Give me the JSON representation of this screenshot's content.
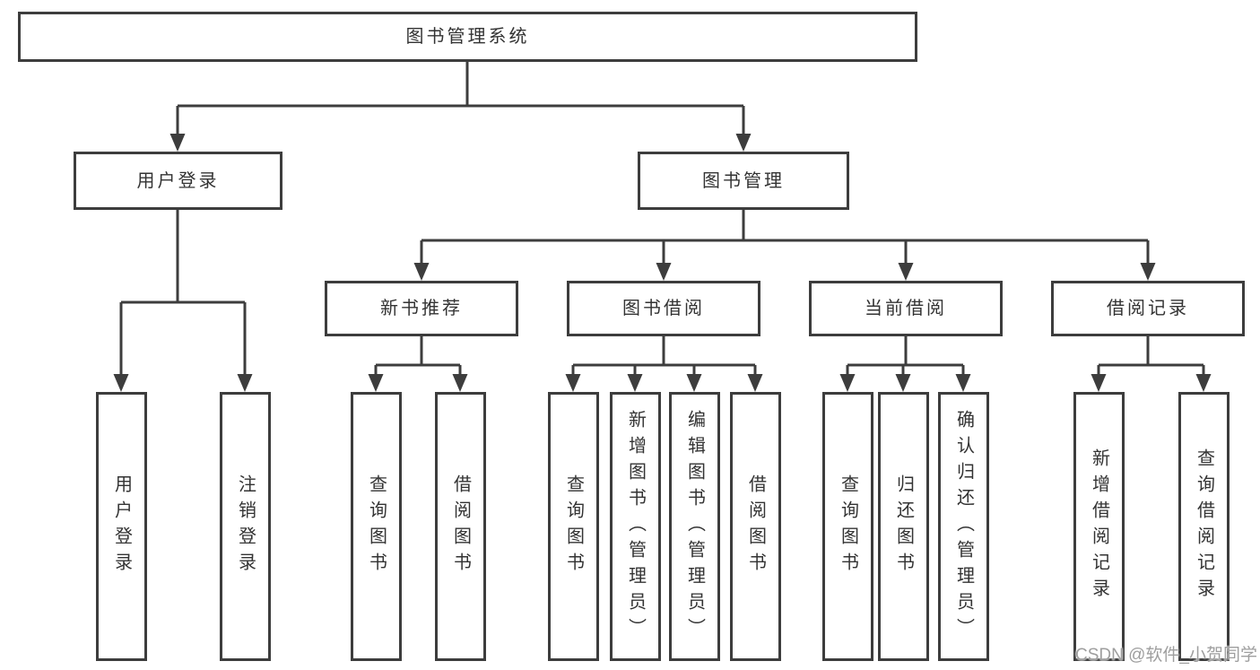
{
  "tree": {
    "label": "图书管理系统",
    "children": [
      {
        "label": "用户登录",
        "children": [
          {
            "label": "用户登录"
          },
          {
            "label": "注销登录"
          }
        ]
      },
      {
        "label": "图书管理",
        "children": [
          {
            "label": "新书推荐",
            "children": [
              {
                "label": "查询图书"
              },
              {
                "label": "借阅图书"
              }
            ]
          },
          {
            "label": "图书借阅",
            "children": [
              {
                "label": "查询图书"
              },
              {
                "label": "新增图书（管理员）"
              },
              {
                "label": "编辑图书（管理员）"
              },
              {
                "label": "借阅图书"
              }
            ]
          },
          {
            "label": "当前借阅",
            "children": [
              {
                "label": "查询图书"
              },
              {
                "label": "归还图书"
              },
              {
                "label": "确认归还（管理员）"
              }
            ]
          },
          {
            "label": "借阅记录",
            "children": [
              {
                "label": "新增借阅记录"
              },
              {
                "label": "查询借阅记录"
              }
            ]
          }
        ]
      }
    ]
  },
  "watermark": {
    "text": "CSDN @软件_小贺同学"
  },
  "colors": {
    "line": "#3d3d3d",
    "text": "#333333",
    "background": "#ffffff",
    "watermark": "#9e9e9e"
  }
}
